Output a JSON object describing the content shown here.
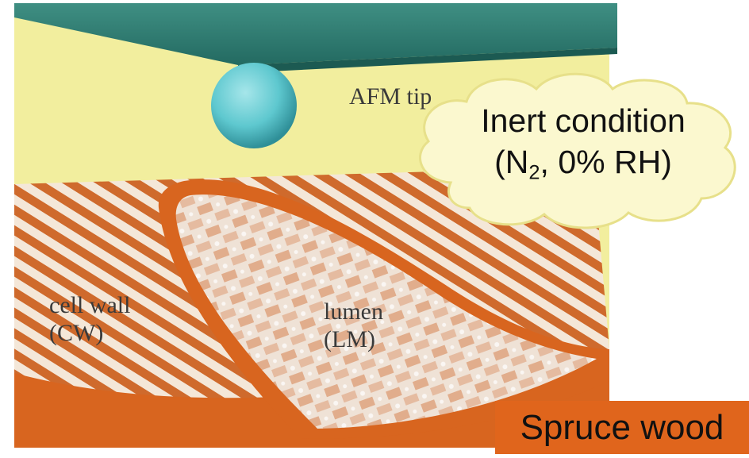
{
  "labels": {
    "afm_tip": "AFM tip",
    "cell_wall_line1": "cell wall",
    "cell_wall_line2": "(CW)",
    "lumen_line1": "lumen",
    "lumen_line2": "(LM)"
  },
  "callout": {
    "line1": "Inert condition",
    "line2_prefix": "(N",
    "line2_subscript": "2",
    "line2_suffix": ", 0% RH)"
  },
  "badge": {
    "text": "Spruce wood"
  },
  "colors": {
    "background": "#f2ee9e",
    "cantilever": "#2f7d72",
    "tip_sphere": "#5ec8cf",
    "wood_orange": "#d8651f",
    "stripe_light": "#f4e7d8",
    "cloud_fill": "#fbf8cf",
    "cloud_outline": "#e7e08a",
    "badge": "#e0651c"
  }
}
